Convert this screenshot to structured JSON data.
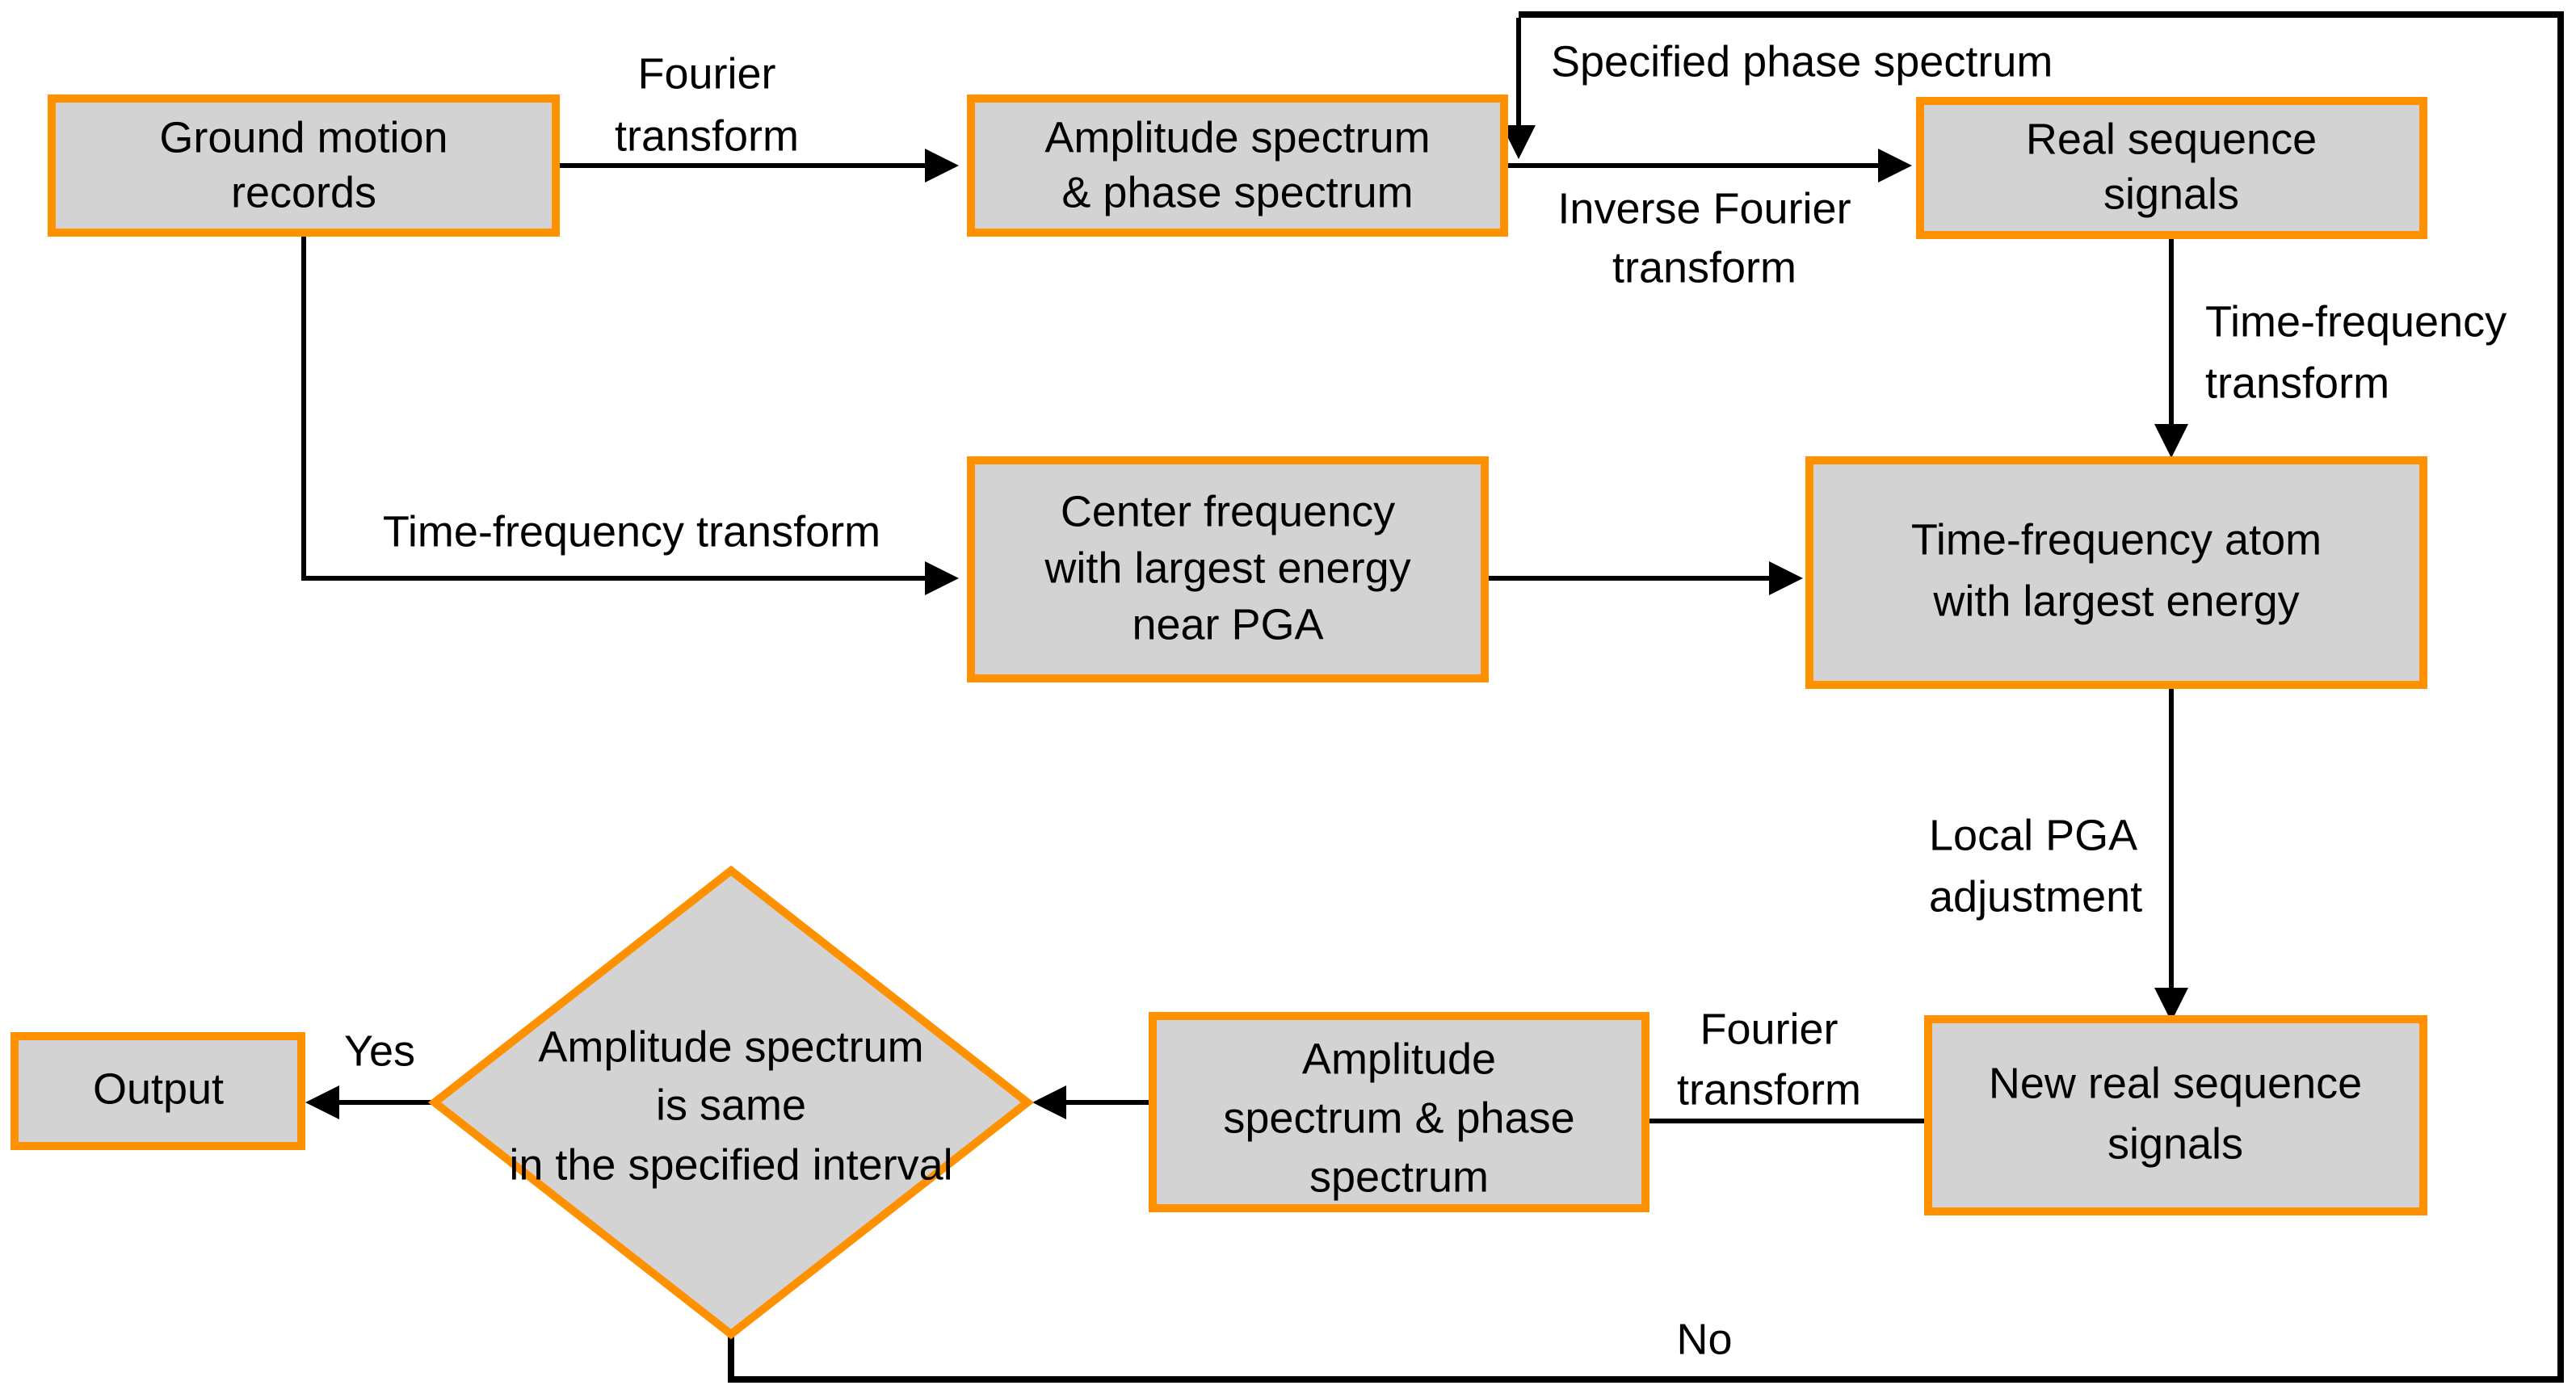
{
  "diagram": {
    "title": "Ground motion record time-frequency adjustment flowchart",
    "colors": {
      "node_border": "#ff9000",
      "node_fill": "#d3d3d3",
      "edge": "#000000",
      "background": "#ffffff"
    },
    "nodes": [
      {
        "id": "ground-motion-records",
        "shape": "rect",
        "lines": [
          "Ground  motion",
          "records"
        ]
      },
      {
        "id": "amplitude-phase-spectrum",
        "shape": "rect",
        "lines": [
          "Amplitude  spectrum",
          "& phase spectrum"
        ]
      },
      {
        "id": "real-sequence-signals",
        "shape": "rect",
        "lines": [
          "Real  sequence",
          "signals"
        ]
      },
      {
        "id": "center-frequency-near-pga",
        "shape": "rect",
        "lines": [
          "Center frequency",
          "with  largest  energy",
          "near PGA"
        ]
      },
      {
        "id": "time-frequency-atom",
        "shape": "rect",
        "lines": [
          "Time-frequency  atom",
          "with  largest  energy"
        ]
      },
      {
        "id": "new-real-sequence-signals",
        "shape": "rect",
        "lines": [
          "New  real sequence",
          "signals"
        ]
      },
      {
        "id": "amplitude-phase-spectrum-2",
        "shape": "rect",
        "lines": [
          "Amplitude",
          "spectrum  &  phase",
          "spectrum"
        ]
      },
      {
        "id": "decision-amplitude-same",
        "shape": "diamond",
        "lines": [
          "Amplitude  spectrum",
          "is same",
          "in the specified interval"
        ]
      },
      {
        "id": "output",
        "shape": "rect",
        "lines": [
          "Output"
        ]
      }
    ],
    "edge_labels": [
      {
        "id": "fourier-transform-top",
        "lines": [
          "Fourier",
          "transform"
        ]
      },
      {
        "id": "specified-phase-spectrum",
        "lines": [
          "Specified phase spectrum"
        ]
      },
      {
        "id": "inverse-fourier-transform",
        "lines": [
          "Inverse Fourier",
          "transform"
        ]
      },
      {
        "id": "time-frequency-transform-right",
        "lines": [
          "Time-frequency",
          "transform"
        ]
      },
      {
        "id": "time-frequency-transform-left",
        "lines": [
          "Time-frequency transform"
        ]
      },
      {
        "id": "local-pga-adjustment",
        "lines": [
          "Local PGA",
          "adjustment"
        ]
      },
      {
        "id": "fourier-transform-bottom",
        "lines": [
          "Fourier",
          "transform"
        ]
      },
      {
        "id": "yes",
        "lines": [
          "Yes"
        ]
      },
      {
        "id": "no",
        "lines": [
          "No"
        ]
      }
    ]
  }
}
